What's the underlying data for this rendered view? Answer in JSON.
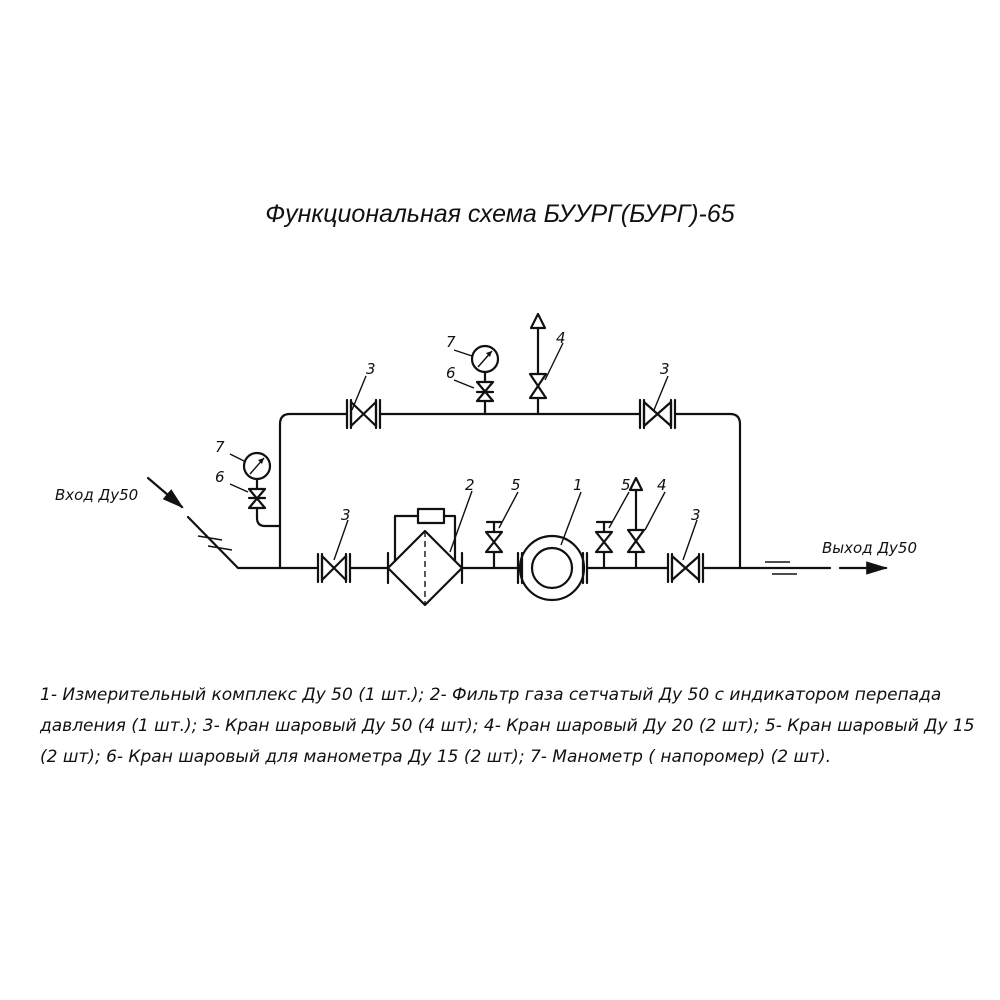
{
  "title": "Функциональная схема БУУРГ(БУРГ)-65",
  "io": {
    "inlet": "Вход Ду50",
    "outlet": "Выход Ду50"
  },
  "labels": {
    "meter": "1",
    "filter": "2",
    "valve_main": "3",
    "valve_vent": "4",
    "valve_purge": "5",
    "valve_gauge": "6",
    "gauge": "7"
  },
  "legend": [
    "1- Измерительный комплекс Ду 50 (1 шт.);",
    "2- Фильтр газа сетчатый Ду 50  с индикатором перепада давления  (1 шт.);",
    "3- Кран шаровый Ду 50 (4 шт);",
    "4- Кран шаровый Ду 20 (2 шт);",
    "5- Кран шаровый Ду 15 (2 шт);",
    "6- Кран шаровый для манометра Ду 15 (2 шт);",
    "7- Манометр  ( напоромер) (2 шт)."
  ]
}
